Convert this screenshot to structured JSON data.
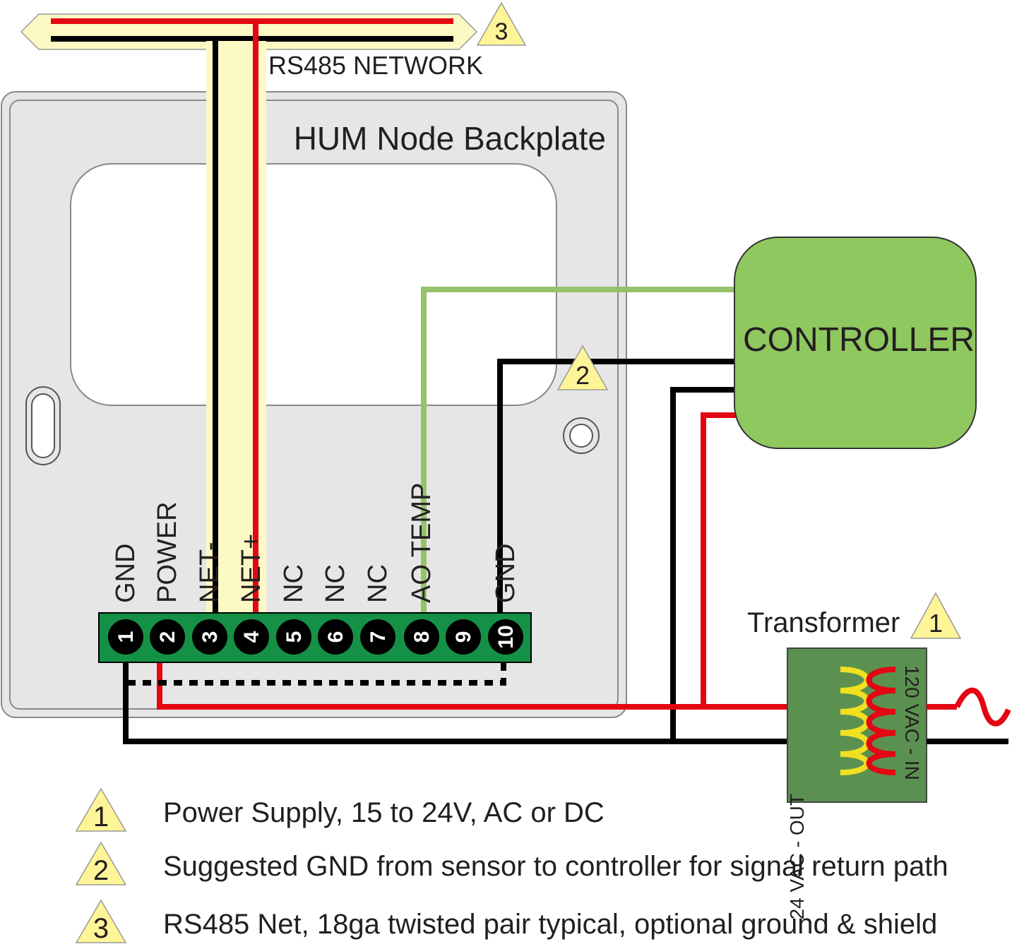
{
  "network": {
    "label": "RS485 NETWORK",
    "marker": "3"
  },
  "backplate": {
    "title": "HUM Node Backplate"
  },
  "terminals": [
    {
      "num": "1",
      "label": "GND"
    },
    {
      "num": "2",
      "label": "POWER"
    },
    {
      "num": "3",
      "label": "NET-"
    },
    {
      "num": "4",
      "label": "NET+"
    },
    {
      "num": "5",
      "label": "NC"
    },
    {
      "num": "6",
      "label": "NC"
    },
    {
      "num": "7",
      "label": "NC"
    },
    {
      "num": "8",
      "label": "AO  TEMP"
    },
    {
      "num": "9",
      "label": ""
    },
    {
      "num": "10",
      "label": "GND"
    }
  ],
  "controller": {
    "label": "CONTROLLER",
    "marker": "2"
  },
  "transformer": {
    "label": "Transformer",
    "marker": "1",
    "input_label": "120 VAC - IN",
    "output_label": "24 VAC - OUT"
  },
  "notes": [
    {
      "marker": "1",
      "text": "Power Supply, 15 to 24V, AC or DC"
    },
    {
      "marker": "2",
      "text": "Suggested GND from sensor to controller for signal return path"
    },
    {
      "marker": "3",
      "text": "RS485 Net, 18ga twisted pair typical, optional ground & shield"
    }
  ],
  "colors": {
    "wire_red": "#e30613",
    "wire_black": "#000000",
    "wire_green": "#95c36a",
    "cable_jacket": "#fdf9c4",
    "plate": "#e6e6e6",
    "terminal_block": "#159147",
    "controller": "#90c860",
    "transformer": "#5b9150",
    "warning_triangle": "#fdf597"
  }
}
